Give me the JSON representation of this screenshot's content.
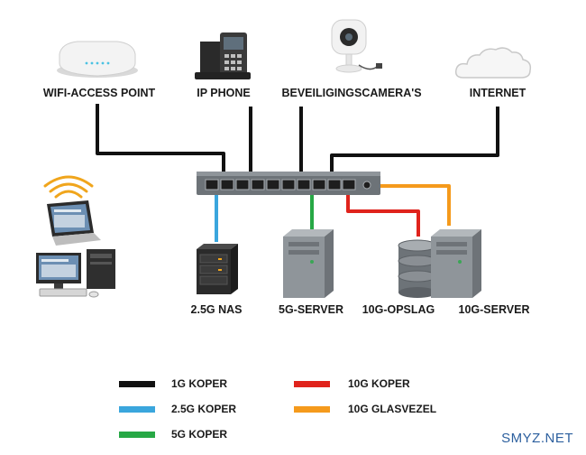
{
  "devices": {
    "wifi_ap": "WIFI-ACCESS POINT",
    "ip_phone": "IP PHONE",
    "camera": "BEVEILIGINGSCAMERA'S",
    "internet": "INTERNET",
    "nas": "2.5G NAS",
    "server_5g": "5G-SERVER",
    "storage_10g": "10G-OPSLAG",
    "server_10g": "10G-SERVER"
  },
  "legend": [
    {
      "label": "1G KOPER",
      "color": "#111111"
    },
    {
      "label": "2.5G KOPER",
      "color": "#3aa6dd"
    },
    {
      "label": "5G KOPER",
      "color": "#27a845"
    },
    {
      "label": "10G KOPER",
      "color": "#e0231c"
    },
    {
      "label": "10G GLASVEZEL",
      "color": "#f59a1c"
    }
  ],
  "watermark": "SMYZ.NET"
}
